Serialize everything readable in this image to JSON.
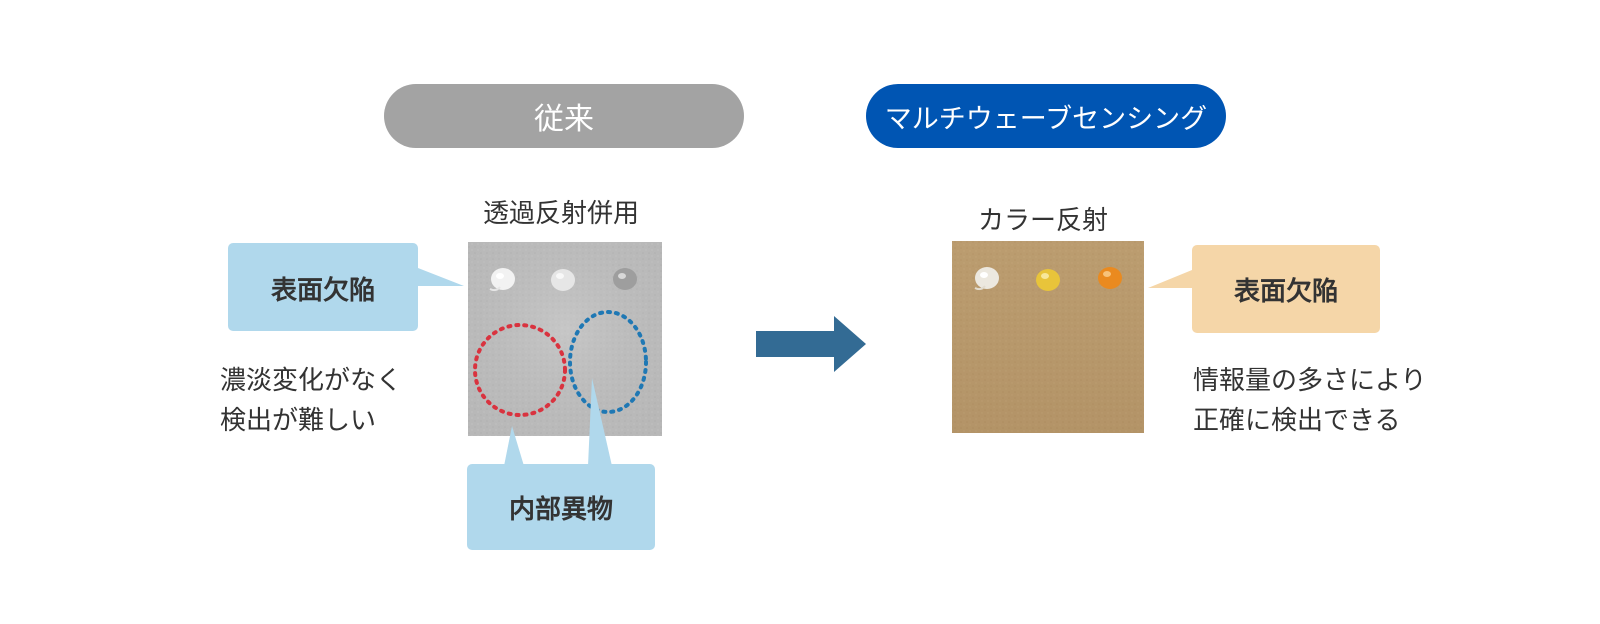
{
  "left": {
    "header": "従来",
    "caption": "透過反射併用",
    "callout_surface": "表面欠陥",
    "callout_internal": "内部異物",
    "description_line1": "濃淡変化がなく",
    "description_line2": "検出が難しい"
  },
  "right": {
    "header": "マルチウェーブセンシング",
    "caption": "カラー反射",
    "callout_surface": "表面欠陥",
    "description_line1": "情報量の多さにより",
    "description_line2": "正確に検出できる"
  },
  "colors": {
    "gray_pill": "#a3a3a3",
    "blue_pill": "#0055b3",
    "light_blue_callout": "#b0d8ec",
    "peach_callout": "#f5d6a8",
    "arrow": "#336b94",
    "red_dots": "#d9333f",
    "blue_dots": "#1f78b4"
  }
}
